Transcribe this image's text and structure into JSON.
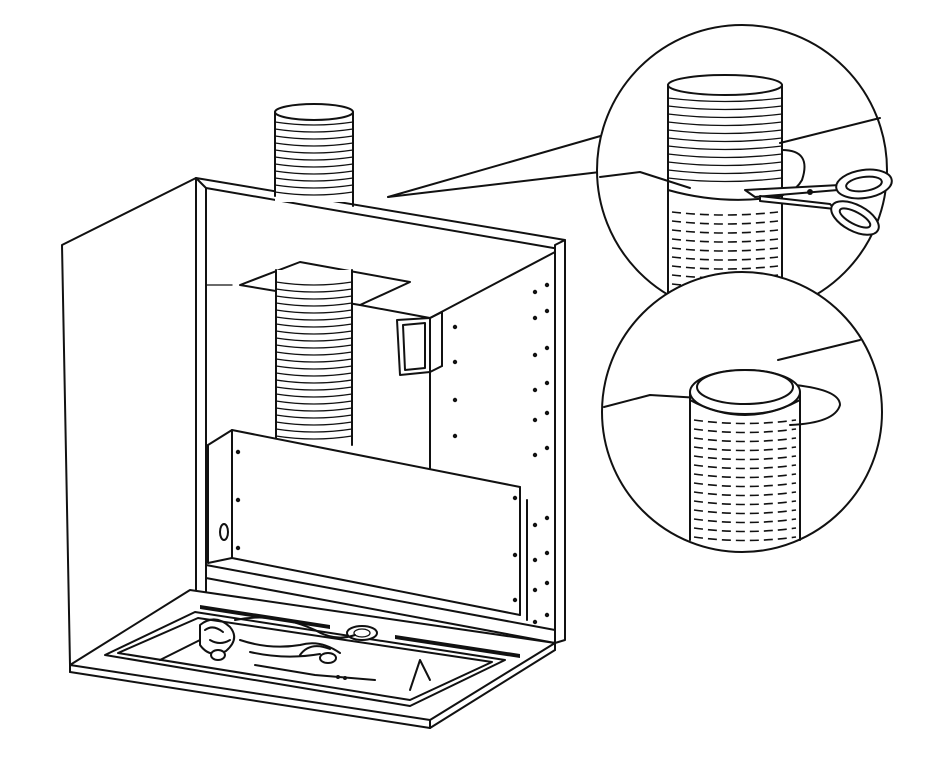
{
  "figure": {
    "main_view": "range-hood-cabinet-duct-installation",
    "detail_top": "cut-flexible-duct-with-scissors",
    "detail_bottom": "duct-cut-to-length"
  },
  "colors": {
    "line": "#111111",
    "background": "#ffffff"
  },
  "icons": [
    "scissors-icon"
  ]
}
